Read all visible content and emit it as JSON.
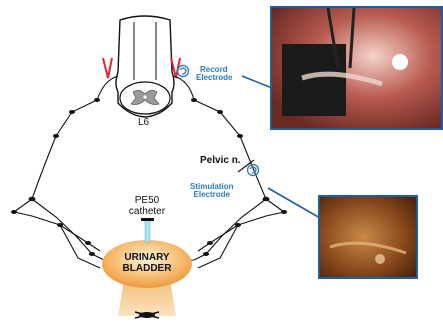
{
  "labels": {
    "vertebra": "L6",
    "record_line1": "Record",
    "record_line2": "Electrode",
    "pelvic_nerve": "Pelvic n.",
    "stim_line1": "Stimulation",
    "stim_line2": "Electrode",
    "catheter_line1": "PE50",
    "catheter_line2": "catheter",
    "bladder_line1": "URINARY",
    "bladder_line2": "BLADDER"
  },
  "colors": {
    "electrode_blue": "#2b7bbf",
    "photo_border": "#1d5fa6",
    "nerve_cut_red": "#e0262e",
    "bladder_orange": "#f2a24a",
    "catheter_cyan": "#a8e4ef"
  },
  "icons": {
    "record_electrode": "hook-electrode-icon",
    "stim_electrode": "hook-electrode-icon",
    "nerve_cut": "cut-mark-icon"
  }
}
